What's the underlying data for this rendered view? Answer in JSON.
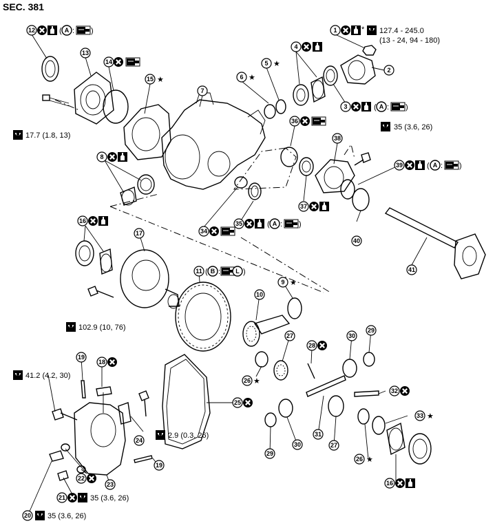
{
  "section_label": "SEC. 381",
  "annotations": {
    "a1": "(",
    "a1_letter": "A",
    "a1_colon": ":",
    "a1_end": ")",
    "a11_letter": "B",
    "a11_L": "L",
    "torque_1": "127.4 - 245.0",
    "torque_1b": "(13 - 24, 94 - 180)",
    "torque_13": "17.7 (1.8, 13)",
    "torque_38": "35 (3.6, 26)",
    "torque_17": "102.9 (10, 76)",
    "torque_cover": "41.2 (4.2, 30)",
    "torque_24": "2.9 (0.3, 26)",
    "torque_21": "35 (3.6, 26)",
    "torque_20": "35 (3.6, 26)",
    "star": "★",
    "asterisk": "*"
  },
  "callouts": {
    "n1": "1",
    "n2": "2",
    "n3": "3",
    "n4": "4",
    "n5": "5",
    "n6": "6",
    "n7": "7",
    "n8": "8",
    "n9": "9",
    "n10": "10",
    "n11": "11",
    "n12": "12",
    "n13": "13",
    "n14": "14",
    "n15": "15",
    "n16": "16",
    "n17": "17",
    "n18": "18",
    "n19": "19",
    "n20": "20",
    "n21": "21",
    "n22": "22",
    "n23": "23",
    "n24": "24",
    "n25": "25",
    "n26": "26",
    "n27": "27",
    "n28": "28",
    "n29": "29",
    "n30": "30",
    "n31": "31",
    "n32": "32",
    "n33": "33",
    "n34": "34",
    "n35": "35",
    "n36": "36",
    "n37": "37",
    "n38": "38",
    "n39": "39",
    "n40": "40",
    "n41": "41"
  },
  "icons": [
    "x-circle-icon",
    "grease-can-icon",
    "torque-wrench-icon",
    "sealant-tube-icon",
    "oil-can-icon"
  ]
}
